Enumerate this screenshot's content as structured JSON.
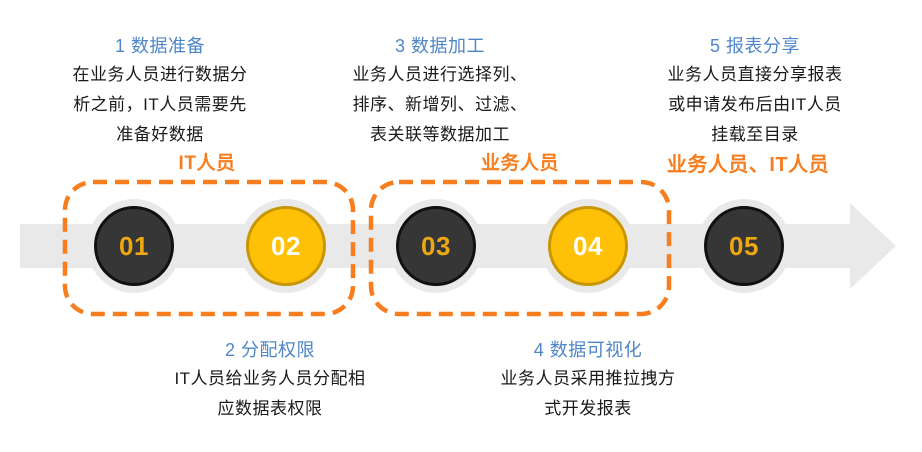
{
  "steps": {
    "step1": {
      "heading": "1 数据准备",
      "lines": [
        "在业务人员进行数据分",
        "析之前，IT人员需要先",
        "准备好数据"
      ]
    },
    "step2": {
      "heading": "2 分配权限",
      "lines": [
        "IT人员给业务人员分配相",
        "应数据表权限"
      ]
    },
    "step3": {
      "heading": "3 数据加工",
      "lines": [
        "业务人员进行选择列、",
        "排序、新增列、过滤、",
        "表关联等数据加工"
      ]
    },
    "step4": {
      "heading": "4 数据可视化",
      "lines": [
        "业务人员采用推拉拽方",
        "式开发报表"
      ]
    },
    "step5": {
      "heading": "5 报表分享",
      "lines": [
        "业务人员直接分享报表",
        "或申请发布后由IT人员",
        "挂载至目录"
      ]
    }
  },
  "roles": {
    "group1": "IT人员",
    "group2": "业务人员",
    "group3": "业务人员、IT人员"
  },
  "timeline": {
    "nodes": [
      {
        "number": "01",
        "variant": "dark"
      },
      {
        "number": "02",
        "variant": "yellow"
      },
      {
        "number": "03",
        "variant": "dark"
      },
      {
        "number": "04",
        "variant": "yellow"
      },
      {
        "number": "05",
        "variant": "dark"
      }
    ]
  },
  "colors": {
    "heading_blue": "#4E86C8",
    "accent_orange": "#F87D1E",
    "band_gray": "#E9E9E9",
    "dark_circle": "#363636",
    "yellow_circle": "#FFC107",
    "dark_circle_number": "#EDA711"
  }
}
